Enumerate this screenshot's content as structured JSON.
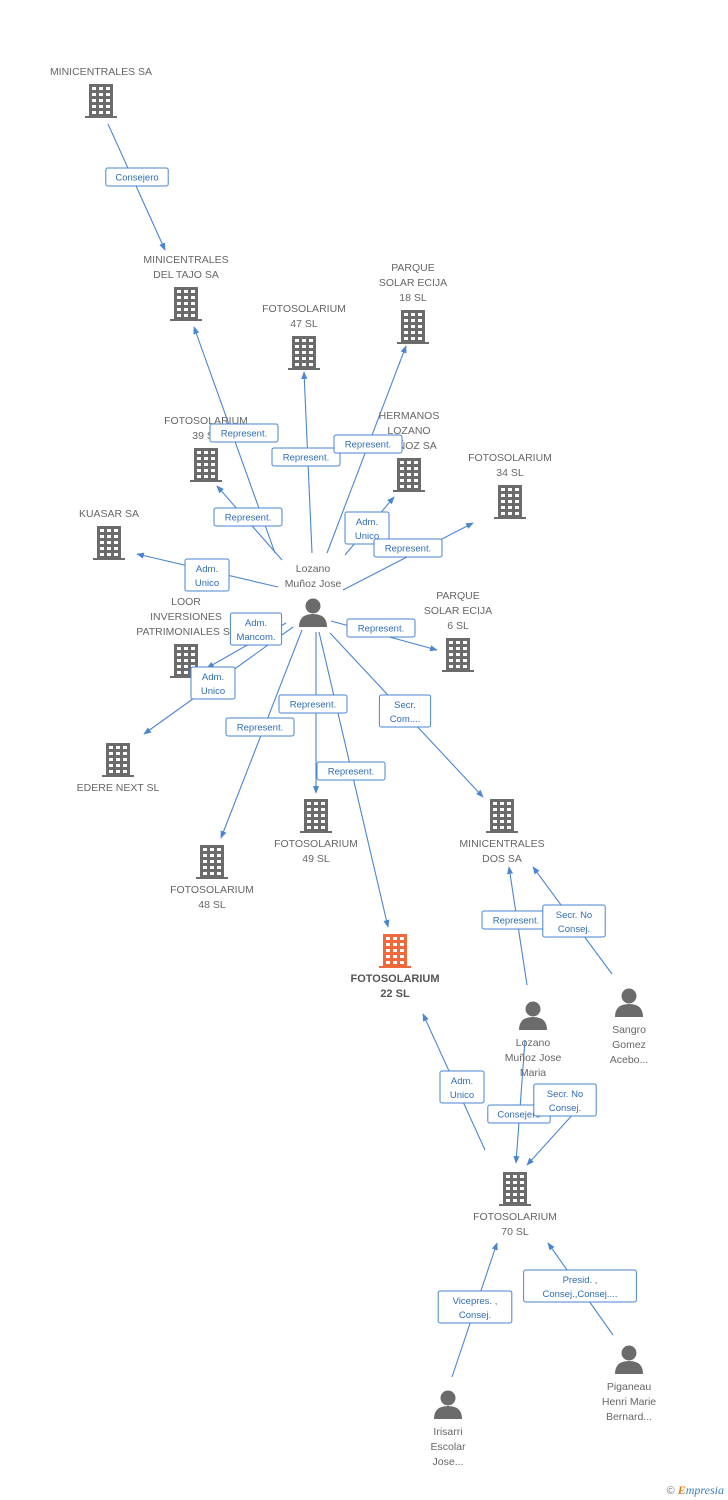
{
  "colors": {
    "edge": "#4a86d0",
    "node": "#6b6b6b",
    "focus_node": "#ee6a3c"
  },
  "nodes": [
    {
      "id": "minicentrales",
      "type": "company",
      "lines": [
        "MINICENTRALES SA"
      ]
    },
    {
      "id": "tajo",
      "type": "company",
      "lines": [
        "MINICENTRALES",
        "DEL TAJO SA"
      ]
    },
    {
      "id": "f47",
      "type": "company",
      "lines": [
        "FOTOSOLARIUM",
        "47 SL"
      ]
    },
    {
      "id": "ecija18",
      "type": "company",
      "lines": [
        "PARQUE",
        "SOLAR ECIJA",
        "18 SL"
      ]
    },
    {
      "id": "f39",
      "type": "company",
      "lines": [
        "FOTOSOLARIUM",
        "39 SL"
      ]
    },
    {
      "id": "hermanos",
      "type": "company",
      "lines": [
        "HERMANOS",
        "LOZANO",
        "MUÑOZ SA"
      ]
    },
    {
      "id": "f34",
      "type": "company",
      "lines": [
        "FOTOSOLARIUM",
        "34 SL"
      ]
    },
    {
      "id": "kuasar",
      "type": "company",
      "lines": [
        "KUASAR SA"
      ]
    },
    {
      "id": "lozano_jose",
      "type": "person",
      "lines": [
        "Lozano",
        "Muñoz Jose"
      ]
    },
    {
      "id": "loor",
      "type": "company",
      "lines": [
        "LOOR",
        "INVERSIONES",
        "PATRIMONIALES SL"
      ]
    },
    {
      "id": "ecija6",
      "type": "company",
      "lines": [
        "PARQUE",
        "SOLAR ECIJA",
        "6 SL"
      ]
    },
    {
      "id": "edere",
      "type": "company",
      "lines": [
        "EDERE NEXT SL"
      ]
    },
    {
      "id": "f49",
      "type": "company",
      "lines": [
        "FOTOSOLARIUM",
        "49 SL"
      ]
    },
    {
      "id": "dos",
      "type": "company",
      "lines": [
        "MINICENTRALES",
        "DOS SA"
      ]
    },
    {
      "id": "f48",
      "type": "company",
      "lines": [
        "FOTOSOLARIUM",
        "48 SL"
      ]
    },
    {
      "id": "f22",
      "type": "company_focus",
      "lines": [
        "FOTOSOLARIUM",
        "22 SL"
      ]
    },
    {
      "id": "lozano_maria",
      "type": "person",
      "lines": [
        "Lozano",
        "Muñoz Jose",
        "Maria"
      ]
    },
    {
      "id": "sangro",
      "type": "person",
      "lines": [
        "Sangro",
        "Gomez",
        "Acebo..."
      ]
    },
    {
      "id": "f70",
      "type": "company",
      "lines": [
        "FOTOSOLARIUM",
        "70 SL"
      ]
    },
    {
      "id": "piganeau",
      "type": "person",
      "lines": [
        "Piganeau",
        "Henri Marie",
        "Bernard..."
      ]
    },
    {
      "id": "irisarri",
      "type": "person",
      "lines": [
        "Irisarri",
        "Escolar",
        "Jose..."
      ]
    }
  ],
  "edges": [
    {
      "from": "minicentrales",
      "to": "tajo",
      "label": [
        "Consejero"
      ]
    },
    {
      "from": "lozano_jose",
      "to": "tajo",
      "label": [
        "Represent."
      ]
    },
    {
      "from": "lozano_jose",
      "to": "f47",
      "label": [
        "Represent."
      ]
    },
    {
      "from": "lozano_jose",
      "to": "ecija18",
      "label": [
        "Represent."
      ]
    },
    {
      "from": "lozano_jose",
      "to": "f39",
      "label": [
        "Represent."
      ]
    },
    {
      "from": "lozano_jose",
      "to": "hermanos",
      "label": [
        "Adm.",
        "Unico"
      ]
    },
    {
      "from": "lozano_jose",
      "to": "f34",
      "label": [
        "Represent."
      ]
    },
    {
      "from": "lozano_jose",
      "to": "kuasar",
      "label": [
        "Adm.",
        "Unico"
      ]
    },
    {
      "from": "lozano_jose",
      "to": "loor",
      "label": [
        "Adm.",
        "Mancom."
      ]
    },
    {
      "from": "lozano_jose",
      "to": "ecija6",
      "label": [
        "Represent."
      ]
    },
    {
      "from": "lozano_jose",
      "to": "edere",
      "label": [
        "Adm.",
        "Unico"
      ]
    },
    {
      "from": "lozano_jose",
      "to": "f48",
      "label": [
        "Represent."
      ]
    },
    {
      "from": "lozano_jose",
      "to": "f49",
      "label": [
        "Represent."
      ]
    },
    {
      "from": "lozano_jose",
      "to": "f22",
      "label": [
        "Represent."
      ]
    },
    {
      "from": "lozano_jose",
      "to": "dos",
      "label": [
        "Secr.",
        "Com...."
      ]
    },
    {
      "from": "lozano_maria",
      "to": "dos",
      "label": [
        "Represent."
      ]
    },
    {
      "from": "sangro",
      "to": "dos",
      "label": [
        "Secr.  No",
        "Consej."
      ]
    },
    {
      "from": "f70",
      "to": "f22",
      "label": [
        "Adm.",
        "Unico"
      ]
    },
    {
      "from": "lozano_maria",
      "to": "f70",
      "label": [
        "Consejero"
      ]
    },
    {
      "from": "sangro",
      "to": "f70",
      "label": [
        "Secr.  No",
        "Consej."
      ]
    },
    {
      "from": "irisarri",
      "to": "f70",
      "label": [
        "Vicepres. ,",
        "Consej."
      ]
    },
    {
      "from": "piganeau",
      "to": "f70",
      "label": [
        "Presid. ,",
        "Consej.,Consej...."
      ]
    }
  ],
  "footer": {
    "copyright": "©",
    "brand_first": "E",
    "brand_rest": "mpresia"
  }
}
